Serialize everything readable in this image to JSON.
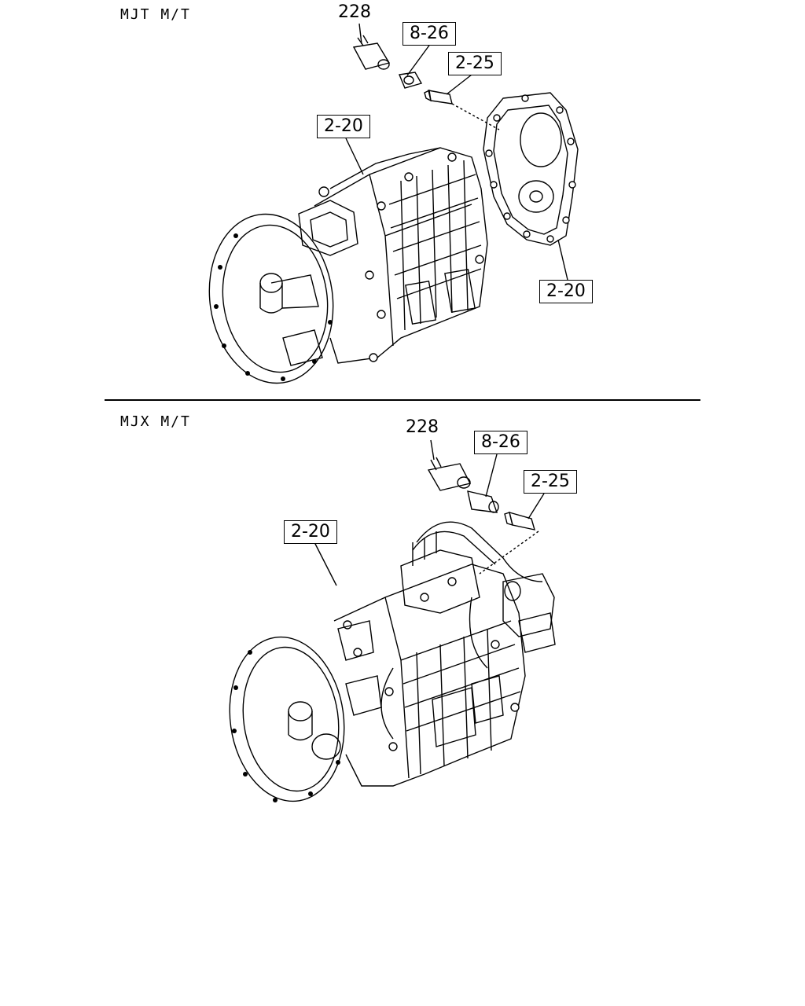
{
  "sections": [
    {
      "label": "MJT M/T",
      "callouts": {
        "part_228": "228",
        "part_8_26": "8-26",
        "part_2_25": "2-25",
        "part_2_20_case": "2-20",
        "part_2_20_cover": "2-20"
      }
    },
    {
      "label": "MJX M/T",
      "callouts": {
        "part_228": "228",
        "part_8_26": "8-26",
        "part_2_25": "2-25",
        "part_2_20_case": "2-20"
      }
    }
  ],
  "colors": {
    "ink": "#000000",
    "paper": "#ffffff"
  }
}
